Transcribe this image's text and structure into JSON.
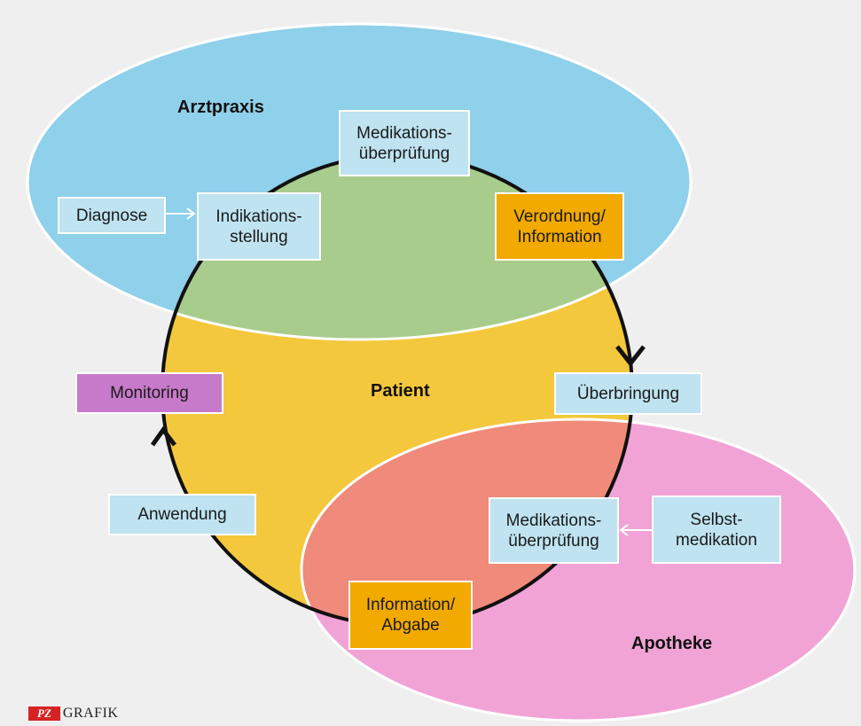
{
  "regions": {
    "arztpraxis": "Arztpraxis",
    "patient": "Patient",
    "apotheke": "Apotheke"
  },
  "boxes": {
    "diagnose": [
      "Diagnose"
    ],
    "indikationsstellung": [
      "Indikations-",
      "stellung"
    ],
    "medikationspruefung_arzt": [
      "Medikations-",
      "überprüfung"
    ],
    "verordnung": [
      "Verordnung/",
      "Information"
    ],
    "ueberbringung": [
      "Überbringung"
    ],
    "monitoring": [
      "Monitoring"
    ],
    "anwendung": [
      "Anwendung"
    ],
    "medikationspruefung_apotheke": [
      "Medikations-",
      "überprüfung"
    ],
    "selbstmedikation": [
      "Selbst-",
      "medikation"
    ],
    "information_abgabe": [
      "Information/",
      "Abgabe"
    ]
  },
  "footer": {
    "logo": "PZ",
    "text": "GRAFIK"
  },
  "colors": {
    "arztpraxis_fill": "#8fd0ea",
    "patient_fill": "#f4c83c",
    "apotheke_fill": "#f2a3d6",
    "overlap_green": "#a8cc8c",
    "overlap_red": "#f08a7a",
    "box_blue": "#bfe3f0",
    "box_orange": "#f2a900",
    "box_purple": "#c77ac9",
    "logo_red": "#d62222"
  }
}
